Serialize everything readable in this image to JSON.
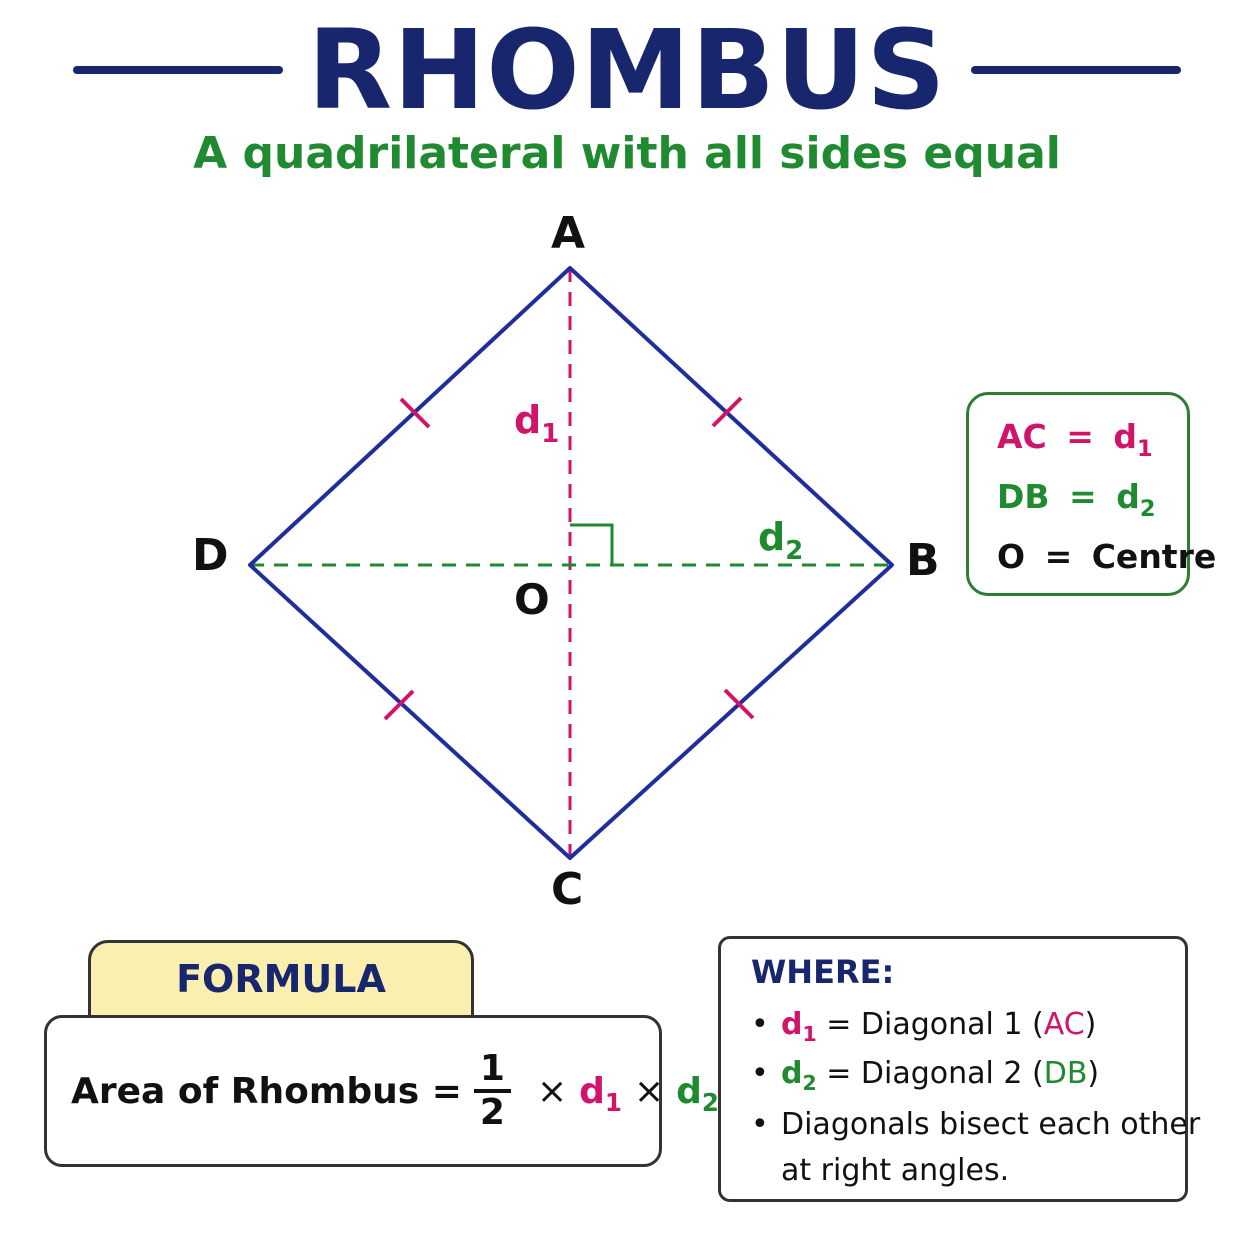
{
  "header": {
    "title": "RHOMBUS",
    "subtitle": "A quadrilateral with all sides equal"
  },
  "diagram": {
    "vertices": {
      "A": "A",
      "B": "B",
      "C": "C",
      "D": "D",
      "O": "O"
    },
    "diagonal_labels": {
      "d1_base": "d",
      "d1_sub": "1",
      "d2_base": "d",
      "d2_sub": "2"
    },
    "colors": {
      "side": "#1f2e9a",
      "d1": "#d0146a",
      "d2": "#1f8a2f",
      "tick": "#d0146a"
    }
  },
  "legend": {
    "rows": [
      {
        "lhs": "AC",
        "eq": "=",
        "rhs_base": "d",
        "rhs_sub": "1",
        "color": "#d0146a"
      },
      {
        "lhs": "DB",
        "eq": "=",
        "rhs_base": "d",
        "rhs_sub": "2",
        "color": "#1f8a2f"
      },
      {
        "lhs": "O",
        "eq": "=",
        "rhs": "Centre",
        "color": "#111111"
      }
    ]
  },
  "formula": {
    "tab_label": "FORMULA",
    "lhs": "Area of Rhombus =",
    "frac_num": "1",
    "frac_den": "2",
    "times": "×",
    "d1_base": "d",
    "d1_sub": "1",
    "d2_base": "d",
    "d2_sub": "2"
  },
  "where": {
    "title": "WHERE:",
    "bullet": "•",
    "item1": {
      "var_base": "d",
      "var_sub": "1",
      "text": " = Diagonal 1 (",
      "ref": "AC",
      "close": ")"
    },
    "item2": {
      "var_base": "d",
      "var_sub": "2",
      "text": " = Diagonal 2 (",
      "ref": "DB",
      "close": ")"
    },
    "item3_line1": "Diagonals bisect each other",
    "item3_line2": "at right angles."
  }
}
